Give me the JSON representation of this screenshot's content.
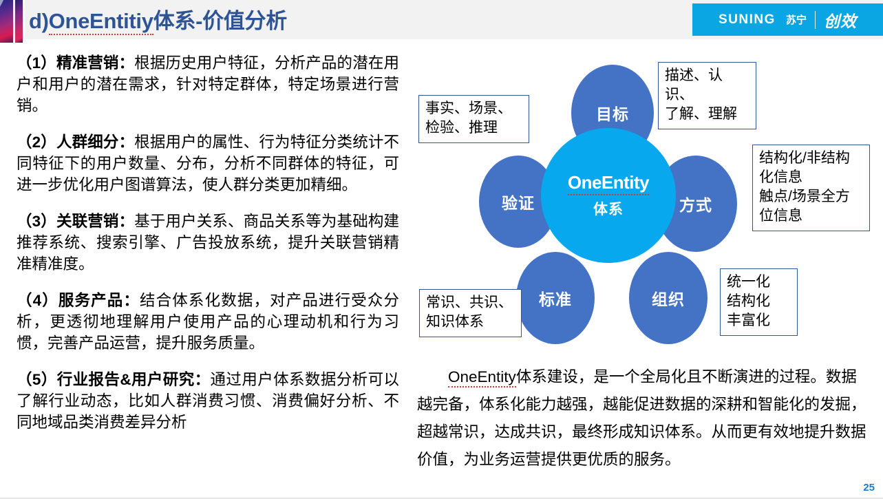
{
  "header": {
    "title_prefix": "d)",
    "title_spell": "OneEntitiy",
    "title_suffix": "体系-价值分析",
    "accent_color": "#2e5496",
    "band_color": "#f2f2f2",
    "logo": {
      "main": "SUNING",
      "cn": "苏宁",
      "sub": "创效",
      "background": "#0aa5e3"
    }
  },
  "left_column": {
    "items": [
      {
        "lead": "（1）精准营销：",
        "body": "根据历史用户特征，分析产品的潜在用户和用户的潜在需求，针对特定群体，特定场景进行营销。"
      },
      {
        "lead": "（2）人群细分：",
        "body": "根据用户的属性、行为特征分类统计不同特征下的用户数量、分布，分析不同群体的特征，可进一步优化用户图谱算法，使人群分类更加精细。"
      },
      {
        "lead": "（3）关联营销：",
        "body": "基于用户关系、商品关系等为基础构建推荐系统、搜索引擎、广告投放系统，提升关联营销精准精准度。"
      },
      {
        "lead": "（4）服务产品：",
        "body": "结合体系化数据，对产品进行受众分析，更透彻地理解用户使用产品的心理动机和行为习惯，完善产品运营，提升服务质量。"
      },
      {
        "lead": "（5）行业报告&用户研究：",
        "body": "通过用户体系数据分析可以了解行业动态，比如人群消费习惯、消费偏好分析、不同地域品类消费差异分析"
      }
    ]
  },
  "diagram": {
    "center": {
      "label_en": "OneEntity",
      "label_cn": "体系",
      "color": "#08a8ee"
    },
    "petal_color": "#4472c4",
    "callout_border": "#2f5597",
    "petals": [
      {
        "key": "target",
        "label": "目标"
      },
      {
        "key": "method",
        "label": "方式"
      },
      {
        "key": "org",
        "label": "组织"
      },
      {
        "key": "std",
        "label": "标准"
      },
      {
        "key": "verify",
        "label": "验证"
      }
    ],
    "callouts": [
      {
        "key": "target",
        "text": "描述、认识、\n了解、理解"
      },
      {
        "key": "verify",
        "text": "事实、场景、\n检验、推理"
      },
      {
        "key": "method",
        "text": "结构化/非结构化信息\n触点/场景全方位信息"
      },
      {
        "key": "org",
        "text": "统一化\n结构化\n丰富化"
      },
      {
        "key": "std",
        "text": "常识、共识、\n知识体系"
      }
    ]
  },
  "bottom_note": {
    "spell": "OneEntity",
    "text": "体系建设，是一个全局化且不断演进的过程。数据越完备，体系化能力越强，越能促进数据的深耕和智能化的发掘，超越常识，达成共识，最终形成知识体系。从而更有效地提升数据价值，为业务运营提供更优质的服务。"
  },
  "page_number": "25"
}
